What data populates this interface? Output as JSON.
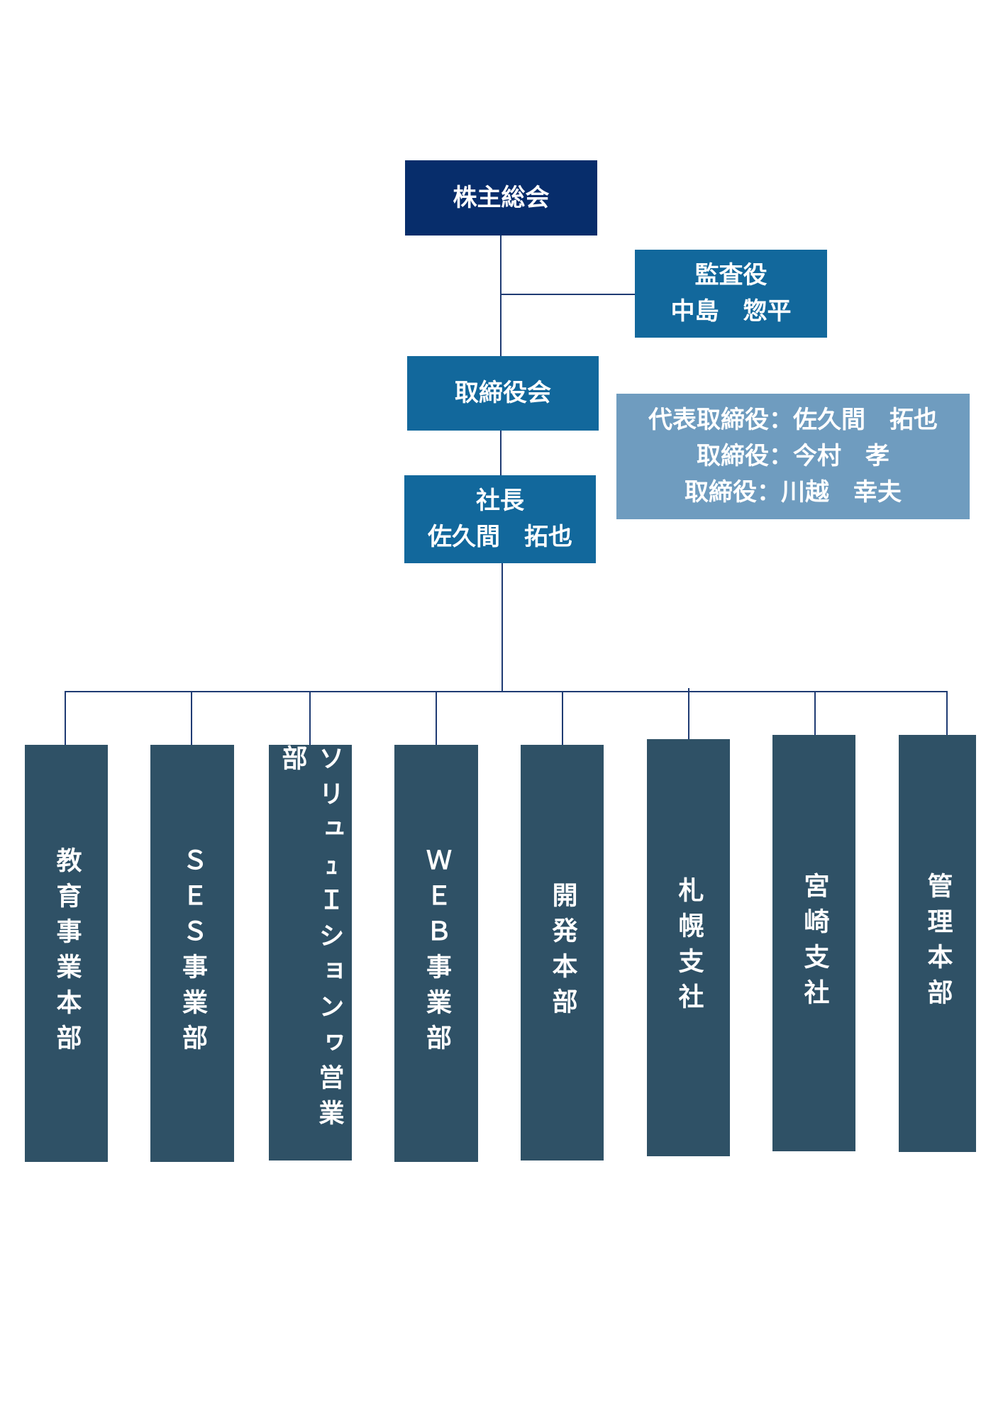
{
  "shareholders": "株主総会",
  "auditor": {
    "title": "監査役",
    "name": "中島　惣平"
  },
  "board": "取締役会",
  "directors": [
    "代表取締役：佐久間　拓也",
    "取締役：今村　孝",
    "取締役：川越　幸夫"
  ],
  "president": {
    "title": "社長",
    "name": "佐久間　拓也"
  },
  "departments": [
    "教育事業本部",
    "ＳＥＳ事業部",
    "ソリュｭＩションヮ営業部",
    "ＷＥＢ事業部",
    "開発本部",
    "札幌支社",
    "宮崎支社",
    "管理本部"
  ],
  "colors": {
    "top": "#072d6b",
    "mid": "#12689c",
    "light": "#6f9cbf",
    "dept": "#2f5166",
    "line": "#1f3b73"
  }
}
